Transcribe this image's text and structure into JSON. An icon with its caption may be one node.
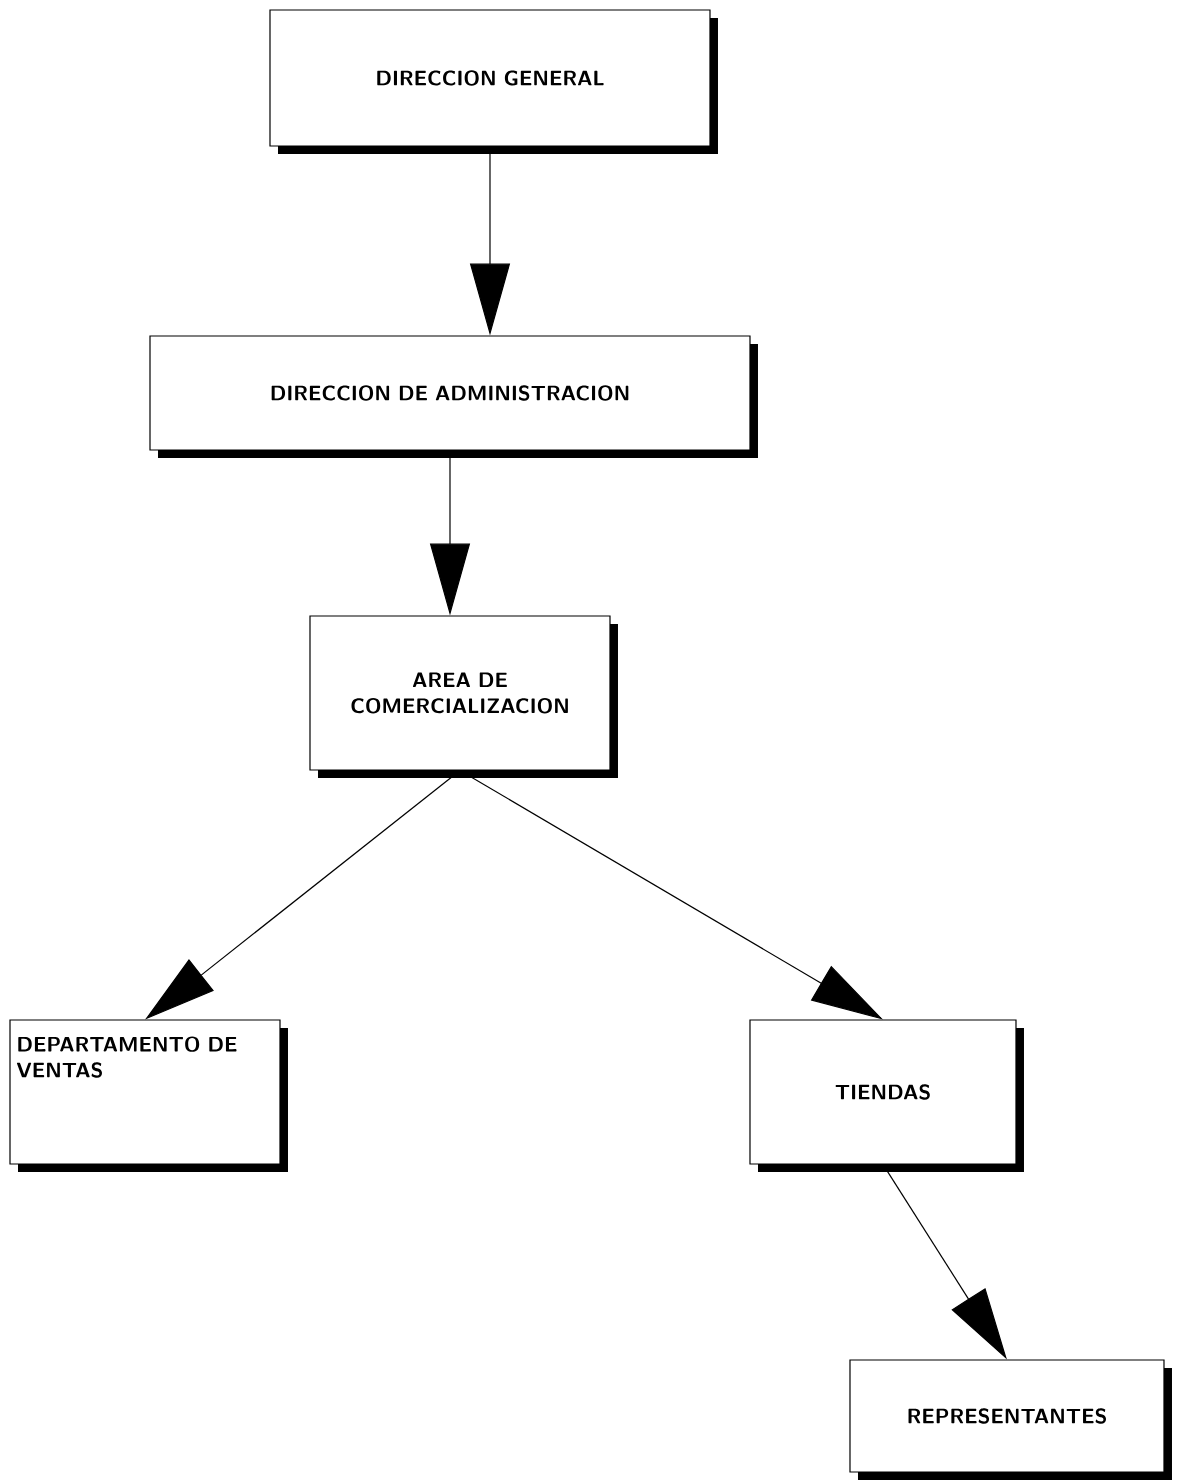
{
  "diagram": {
    "nodes": [
      {
        "text": [
          "DIRECCION GENERAL"
        ]
      },
      {
        "text": [
          "DIRECCION DE ADMINISTRACION"
        ]
      },
      {
        "text": [
          "AREA DE COMERCIALIZACION"
        ]
      },
      {
        "text": [
          "DEPARTAMENTO DE VENTAS"
        ]
      },
      {
        "text": [
          "TIENDAS"
        ]
      },
      {
        "text": [
          "REPRESENTANTES"
        ]
      }
    ],
    "edges": [
      {
        "from": 0,
        "to": 1,
        "arrow": "to"
      },
      {
        "from": 1,
        "to": 2,
        "arrow": "to"
      },
      {
        "from": 2,
        "to": 3,
        "arrow": "to"
      },
      {
        "from": 2,
        "to": 4,
        "arrow": "to"
      },
      {
        "from": 4,
        "to": 5,
        "arrow": "to"
      }
    ]
  }
}
